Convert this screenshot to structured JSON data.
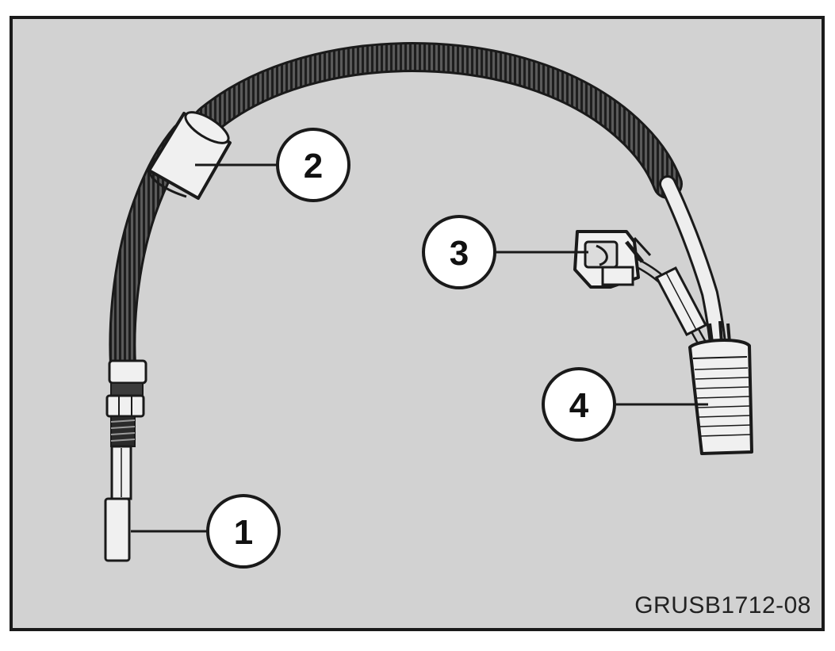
{
  "figure": {
    "code": "GRUSB1712-08",
    "colors": {
      "background": "#d2d2d2",
      "frame": "#1a1a1a",
      "ink": "#222222",
      "part_fill": "#f0f0f0",
      "callout_fill": "#ffffff"
    }
  },
  "callouts": [
    {
      "number": "1",
      "part": "sensor-probe"
    },
    {
      "number": "2",
      "part": "cable-sleeve"
    },
    {
      "number": "3",
      "part": "small-connector"
    },
    {
      "number": "4",
      "part": "main-connector"
    }
  ]
}
